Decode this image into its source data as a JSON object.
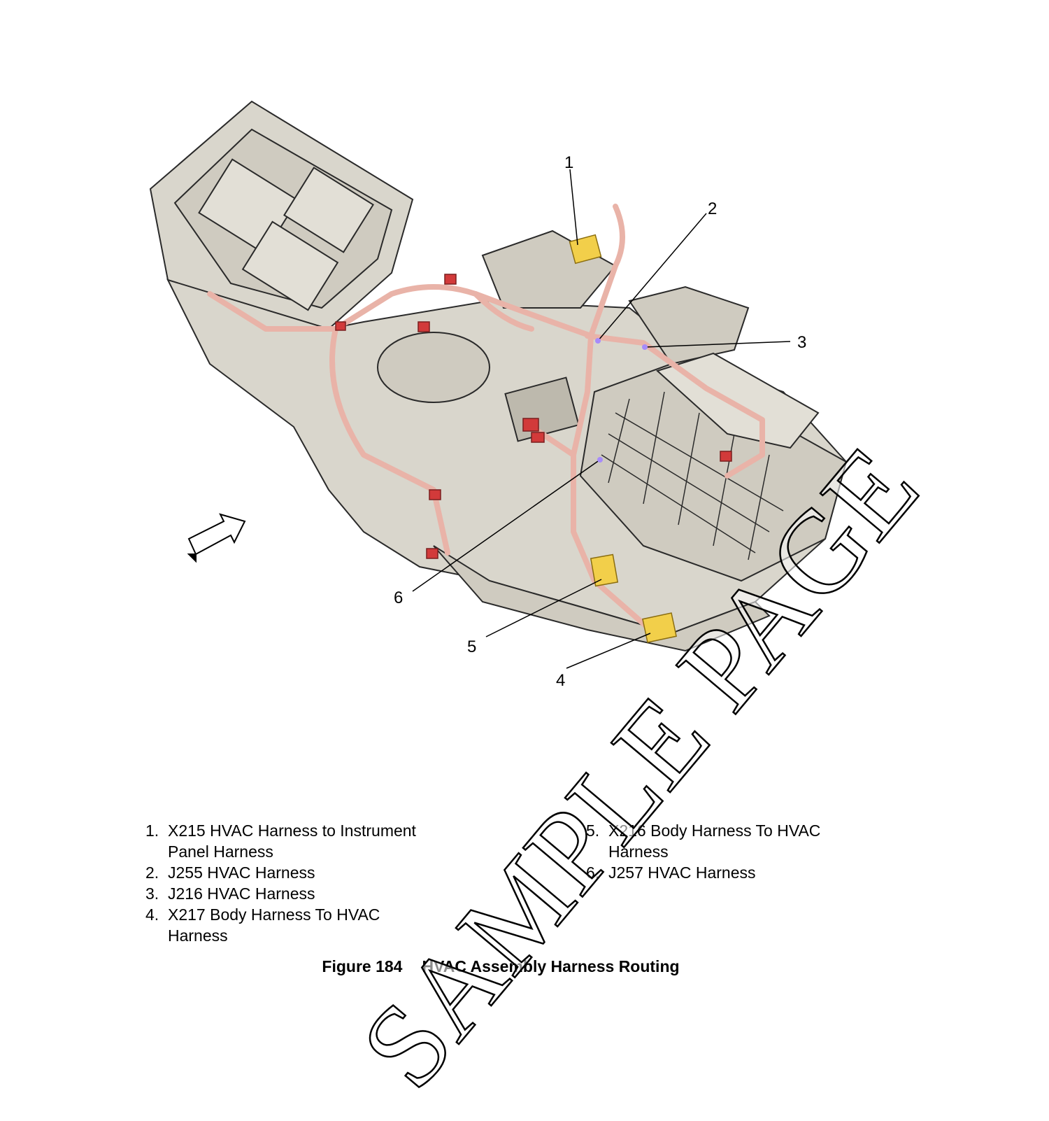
{
  "callouts": [
    "1",
    "2",
    "3",
    "4",
    "5",
    "6"
  ],
  "legend": {
    "left": [
      {
        "num": "1.",
        "text": "X215 HVAC Harness to Instrument Panel Harness"
      },
      {
        "num": "2.",
        "text": "J255 HVAC Harness"
      },
      {
        "num": "3.",
        "text": "J216 HVAC Harness"
      },
      {
        "num": "4.",
        "text": "X217 Body Harness To HVAC Harness"
      }
    ],
    "right": [
      {
        "num": "5.",
        "text": "X216 Body Harness To HVAC Harness"
      },
      {
        "num": "6.",
        "text": "J257 HVAC Harness"
      }
    ]
  },
  "caption": {
    "figure": "Figure 184",
    "title": "HVAC Assembly Harness Routing"
  },
  "watermark": "SAMPLE PAGE",
  "colors": {
    "housing": "#d9d6cc",
    "housing_stroke": "#2a2a2a",
    "harness": "#e9b3a8",
    "connector": "#f2cf4a",
    "red_connector": "#d23a3a"
  }
}
